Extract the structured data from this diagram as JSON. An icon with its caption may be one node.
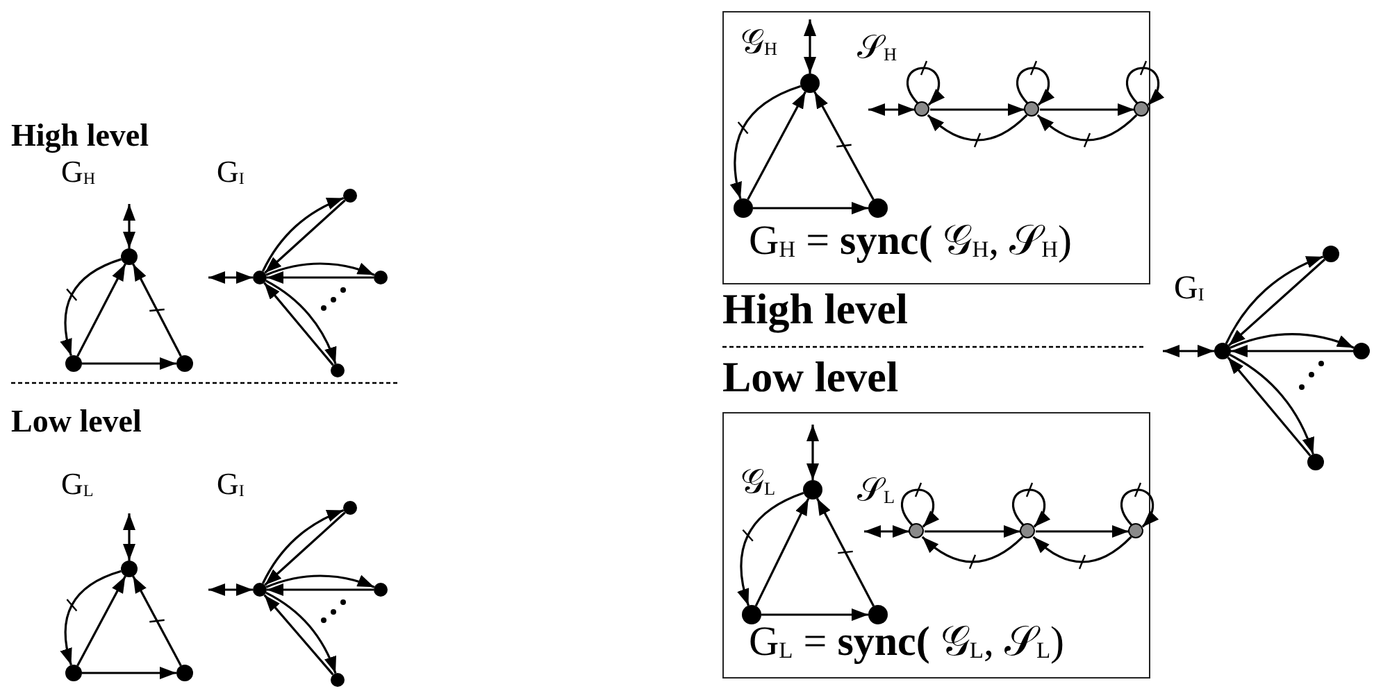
{
  "diagram": {
    "nodes": [
      {
        "text": [],
        "shape": "circle"
      },
      {
        "text": [],
        "shape": "circle"
      },
      {
        "text": [],
        "shape": "circle"
      },
      {
        "text": [],
        "shape": "circle"
      },
      {
        "text": [],
        "shape": "circle"
      },
      {
        "text": [],
        "shape": "circle"
      },
      {
        "text": [],
        "shape": "circle"
      },
      {
        "text": [
          "𝒢$_{H}$",
          "𝒮$_{H}$",
          "G$_{H}$ = **sync(** 𝒢$_{H}$, 𝒮$_{H}$)"
        ]
      },
      {
        "text": [],
        "shape": "circle",
        "in": 7
      },
      {
        "text": [],
        "shape": "circle",
        "in": 7
      },
      {
        "text": [],
        "shape": "circle",
        "in": 7
      },
      {
        "text": [],
        "shape": "circle",
        "in": 7
      },
      {
        "text": [],
        "shape": "circle",
        "in": 7
      },
      {
        "text": [],
        "shape": "circle",
        "in": 7
      },
      {
        "text": [],
        "shape": "circle"
      },
      {
        "text": [],
        "shape": "circle"
      },
      {
        "text": [],
        "shape": "circle"
      },
      {
        "text": [],
        "shape": "circle"
      },
      {
        "text": [],
        "shape": "circle"
      },
      {
        "text": [],
        "shape": "circle"
      },
      {
        "text": [],
        "shape": "circle"
      },
      {
        "text": [],
        "shape": "circle"
      },
      {
        "text": [],
        "shape": "circle"
      },
      {
        "text": [],
        "shape": "circle"
      },
      {
        "text": [],
        "shape": "circle"
      },
      {
        "text": [
          "𝒢$_{L}$",
          "𝒮$_{L}$",
          "G$_{L}$ = **sync(** 𝒢$_{L}$, 𝒮$_{L}$)"
        ]
      },
      {
        "text": [],
        "shape": "circle",
        "in": 25
      },
      {
        "text": [],
        "shape": "circle",
        "in": 25
      },
      {
        "text": [],
        "shape": "circle",
        "in": 25
      },
      {
        "text": [],
        "shape": "circle",
        "in": 25
      },
      {
        "text": [],
        "shape": "circle",
        "in": 25
      },
      {
        "text": [],
        "shape": "circle",
        "in": 25
      }
    ],
    "edges": [
      {
        "from": null,
        "to": 0,
        "arrow": "both"
      },
      {
        "from": 1,
        "to": 0,
        "arrow": "to"
      },
      {
        "from": 2,
        "to": 0,
        "arrow": "to"
      },
      {
        "from": 1,
        "to": 2,
        "arrow": "to"
      },
      {
        "from": 0,
        "to": 1,
        "arrow": "to"
      },
      {
        "from": null,
        "to": 3,
        "arrow": "both"
      },
      {
        "from": 3,
        "to": 4,
        "arrow": "to"
      },
      {
        "from": 4,
        "to": 3,
        "arrow": "to"
      },
      {
        "from": 3,
        "to": 5,
        "arrow": "to"
      },
      {
        "from": 5,
        "to": 3,
        "arrow": "to"
      },
      {
        "from": 3,
        "to": 6,
        "arrow": "to"
      },
      {
        "from": 6,
        "to": 3,
        "arrow": "to"
      },
      {
        "from": null,
        "to": 8,
        "arrow": "both"
      },
      {
        "from": 9,
        "to": 8,
        "arrow": "to"
      },
      {
        "from": 10,
        "to": 8,
        "arrow": "to"
      },
      {
        "from": 9,
        "to": 10,
        "arrow": "to"
      },
      {
        "from": 8,
        "to": 9,
        "arrow": "to"
      },
      {
        "from": null,
        "to": 11,
        "arrow": "both"
      },
      {
        "from": 11,
        "to": 11,
        "arrow": "to"
      },
      {
        "from": 11,
        "to": 12,
        "arrow": "to"
      },
      {
        "from": 12,
        "to": 11,
        "arrow": "to"
      },
      {
        "from": 12,
        "to": 12,
        "arrow": "to"
      },
      {
        "from": 12,
        "to": 13,
        "arrow": "to"
      },
      {
        "from": 13,
        "to": 12,
        "arrow": "to"
      },
      {
        "from": 13,
        "to": 13,
        "arrow": "to"
      },
      {
        "from": null,
        "to": 14,
        "arrow": "both"
      },
      {
        "from": 14,
        "to": 15,
        "arrow": "to"
      },
      {
        "from": 15,
        "to": 14,
        "arrow": "to"
      },
      {
        "from": 14,
        "to": 16,
        "arrow": "to"
      },
      {
        "from": 16,
        "to": 14,
        "arrow": "to"
      },
      {
        "from": 14,
        "to": 17,
        "arrow": "to"
      },
      {
        "from": 17,
        "to": 14,
        "arrow": "to"
      },
      {
        "from": null,
        "to": 18,
        "arrow": "both"
      },
      {
        "from": 19,
        "to": 18,
        "arrow": "to"
      },
      {
        "from": 20,
        "to": 18,
        "arrow": "to"
      },
      {
        "from": 19,
        "to": 20,
        "arrow": "to"
      },
      {
        "from": 18,
        "to": 19,
        "arrow": "to"
      },
      {
        "from": null,
        "to": 21,
        "arrow": "both"
      },
      {
        "from": 21,
        "to": 22,
        "arrow": "to"
      },
      {
        "from": 22,
        "to": 21,
        "arrow": "to"
      },
      {
        "from": 21,
        "to": 23,
        "arrow": "to"
      },
      {
        "from": 23,
        "to": 21,
        "arrow": "to"
      },
      {
        "from": 21,
        "to": 24,
        "arrow": "to"
      },
      {
        "from": 24,
        "to": 21,
        "arrow": "to"
      },
      {
        "from": null,
        "to": 26,
        "arrow": "both"
      },
      {
        "from": 27,
        "to": 26,
        "arrow": "to"
      },
      {
        "from": 28,
        "to": 26,
        "arrow": "to"
      },
      {
        "from": 27,
        "to": 28,
        "arrow": "to"
      },
      {
        "from": 26,
        "to": 27,
        "arrow": "to"
      },
      {
        "from": null,
        "to": 29,
        "arrow": "both"
      },
      {
        "from": 29,
        "to": 29,
        "arrow": "to"
      },
      {
        "from": 29,
        "to": 30,
        "arrow": "to"
      },
      {
        "from": 30,
        "to": 29,
        "arrow": "to"
      },
      {
        "from": 30,
        "to": 30,
        "arrow": "to"
      },
      {
        "from": 30,
        "to": 31,
        "arrow": "to"
      },
      {
        "from": 31,
        "to": 30,
        "arrow": "to"
      },
      {
        "from": 31,
        "to": 31,
        "arrow": "to"
      }
    ],
    "labels": [
      "High level",
      "G$_{H}$",
      "G$_{I}$",
      "High level",
      "G$_{I}$",
      "Low level",
      "Low level",
      "G$_{L}$",
      "G$_{I}$"
    ]
  }
}
